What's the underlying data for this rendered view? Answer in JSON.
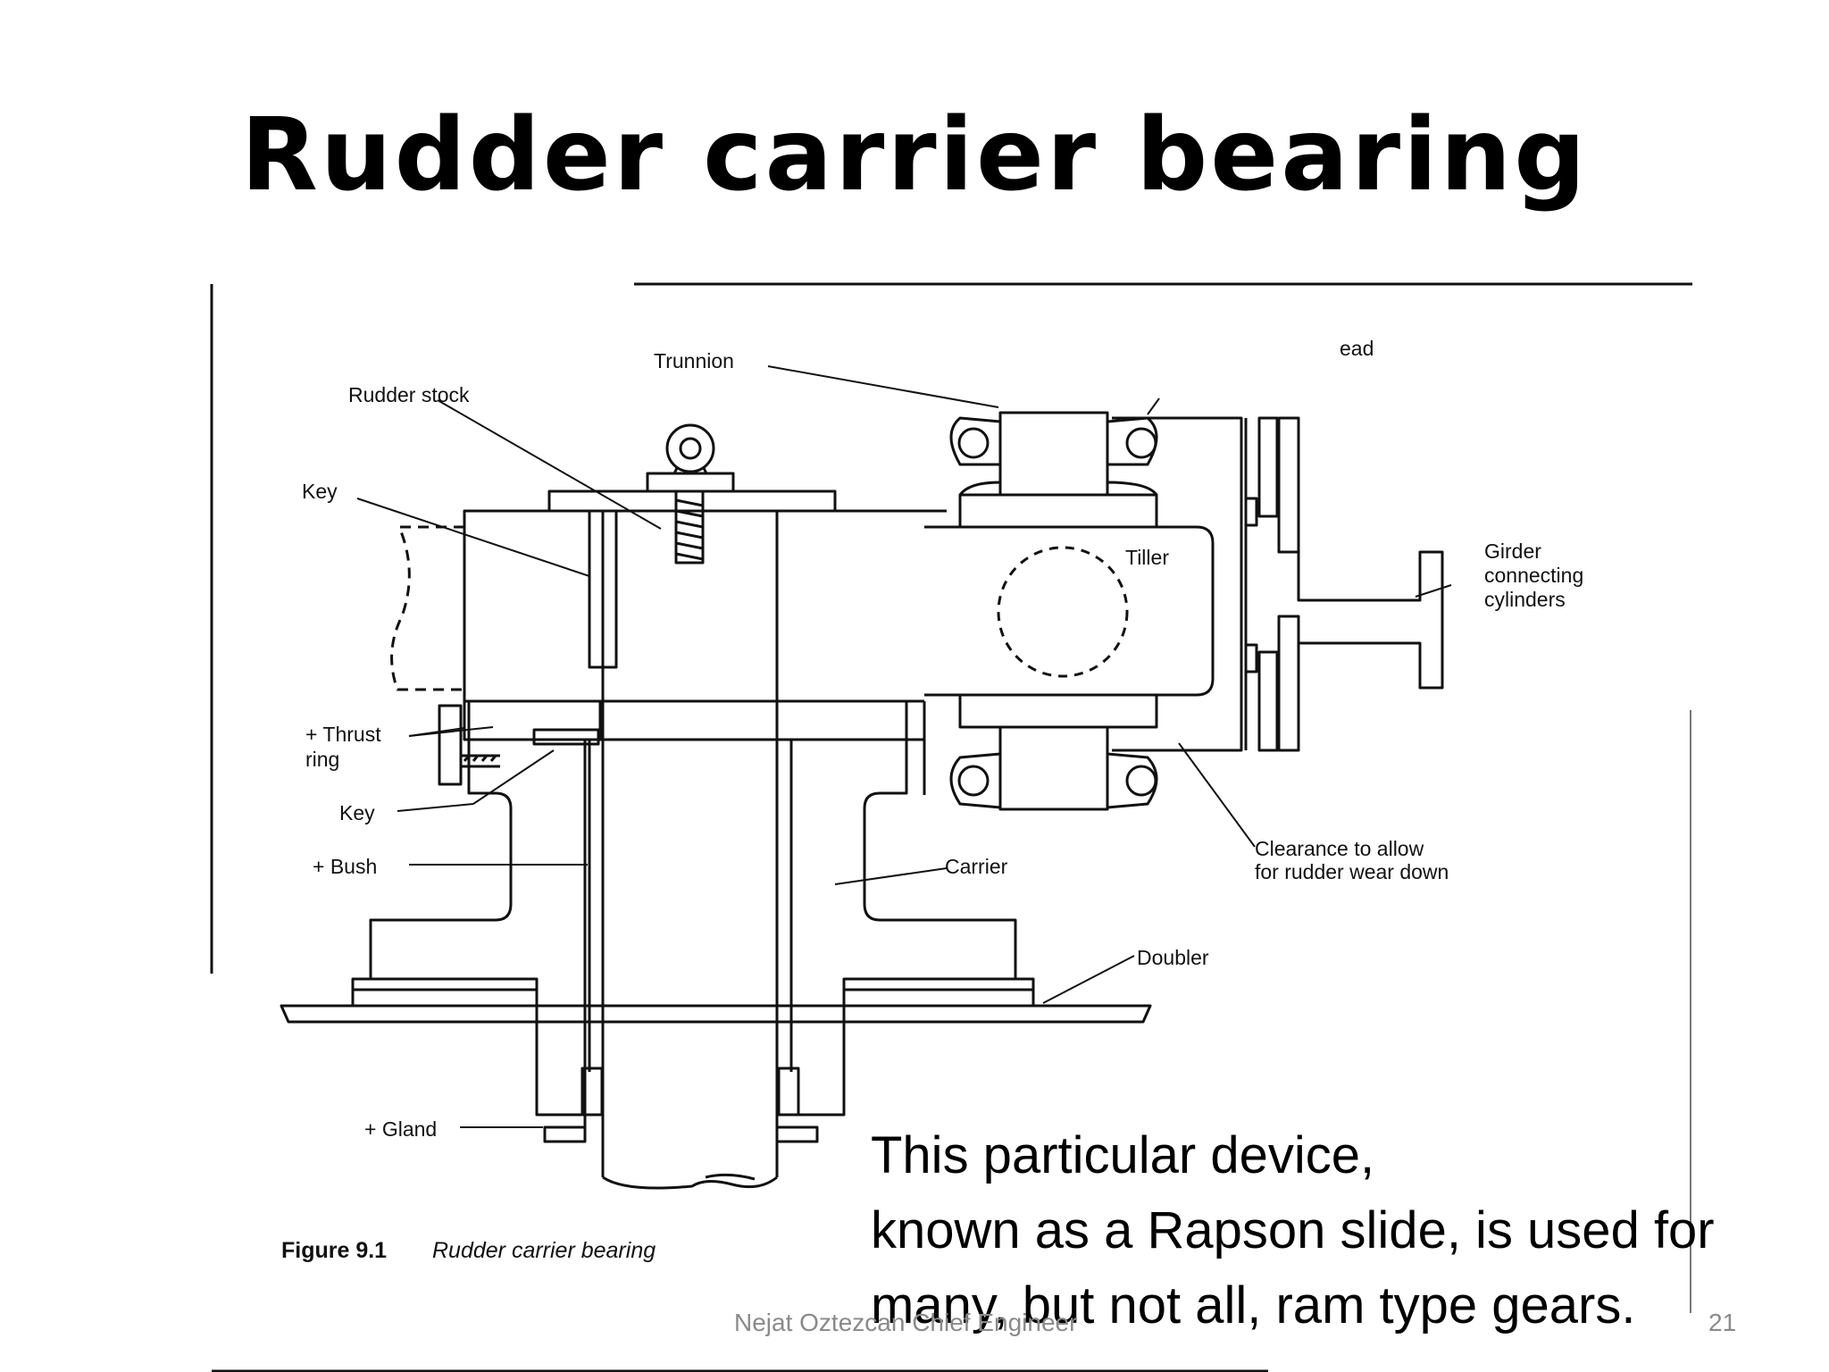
{
  "slide": {
    "title": "Rudder carrier bearing",
    "body_lines": [
      "This particular device,",
      "known as a Rapson slide, is used for",
      "many, but not all, ram type gears."
    ],
    "footer": "Nejat Oztezcan Chief Engineer",
    "page_number": "21"
  },
  "figure": {
    "caption_number": "Figure 9.1",
    "caption_text": "Rudder carrier bearing",
    "labels": {
      "trunnion": "Trunnion",
      "ead": "ead",
      "rudder_stock": "Rudder stock",
      "key_top": "Key",
      "tiller": "Tiller",
      "girder_1": "Girder",
      "girder_2": "connecting",
      "girder_3": "cylinders",
      "thrust_1": "+ Thrust",
      "thrust_2": "ring",
      "key_bottom": "Key",
      "bush": "+ Bush",
      "carrier": "Carrier",
      "clearance_1": "Clearance to allow",
      "clearance_2": "for rudder wear down",
      "doubler": "Doubler",
      "gland": "+ Gland"
    }
  }
}
